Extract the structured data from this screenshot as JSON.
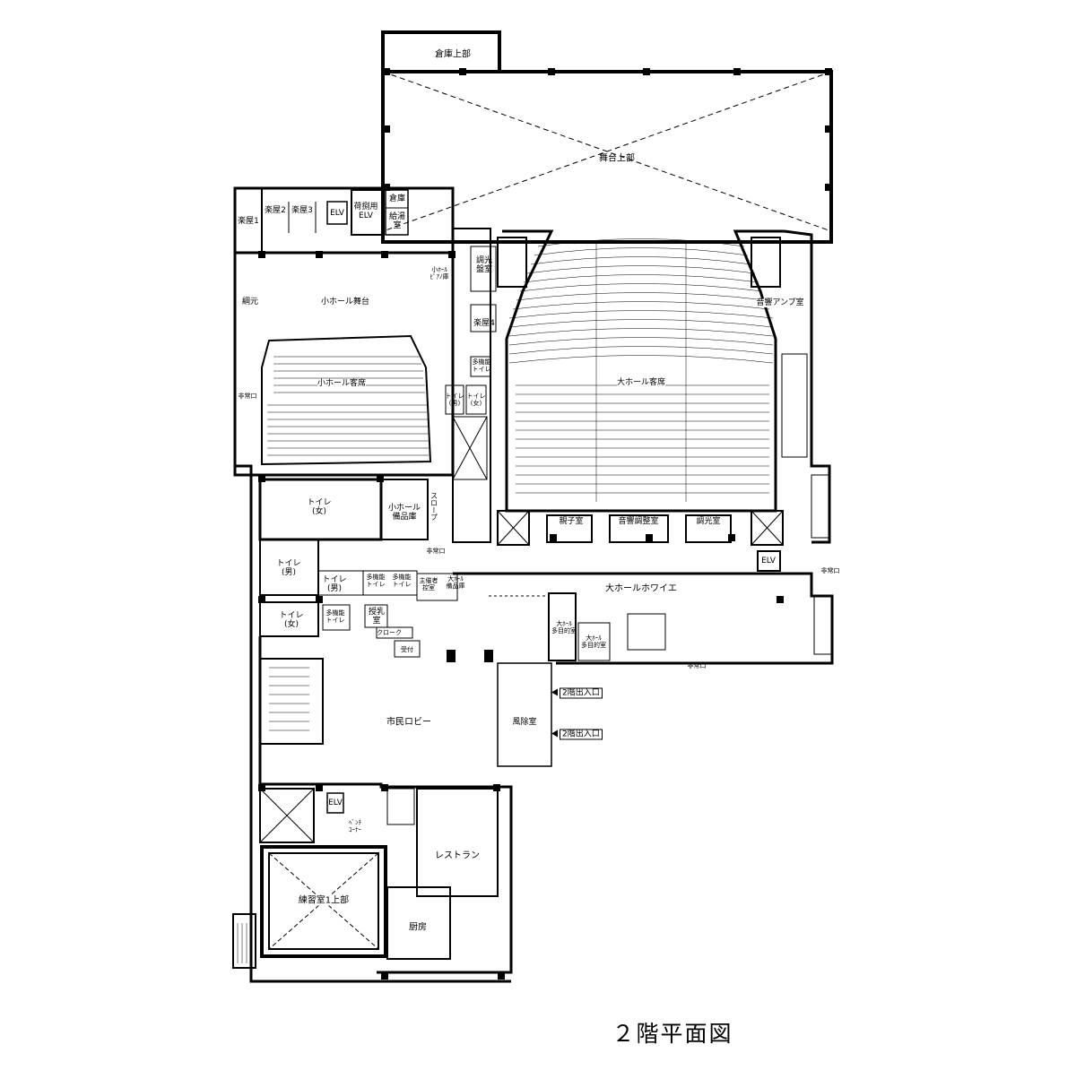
{
  "figure_title": "２階平面図",
  "rooms": {
    "warehouse_upper": "倉庫上部",
    "stage_upper": "舞台上部",
    "dressing1": "楽屋1",
    "dressing2": "楽屋2",
    "dressing3": "楽屋3",
    "elv_top": "ELV",
    "freight_elv": "荷捌用\nELV",
    "storage_small": "倉庫",
    "kitchenette": "給湯\n室",
    "lighting_control": "調光\n盤室",
    "rope_master": "綱元",
    "small_hall_stage": "小ホール舞台",
    "small_hall_piano": "小ﾎｰﾙ\nﾋﾟｱﾉ庫",
    "dressing4": "楽屋4",
    "small_hall_seats": "小ホール客席",
    "emergency_exit_small": "非常口",
    "multi_toilet_1": "多機能\nトイレ",
    "toilet_m_1": "トイレ\n(男)",
    "toilet_f_1": "トイレ\n(女)",
    "large_hall_seats": "大ホール客席",
    "sound_amp": "音響アンプ室",
    "slope": "スロープ",
    "toilet_f_2": "トイレ\n(女)",
    "small_hall_storage": "小ホール\n備品庫",
    "emergency_exit_mid": "非常口",
    "parent_child": "親子室",
    "sound_adjust": "音響調整室",
    "lighting_room": "調光室",
    "elv_right": "ELV",
    "emergency_exit_right": "非常口",
    "toilet_m_2": "トイレ\n(男)",
    "toilet_m_3": "トイレ\n(男)",
    "multi_toilet_2": "多機能\nトイレ",
    "multi_toilet_3": "多機能\nトイレ",
    "organizer_room": "主催者\n控室",
    "large_hall_storage": "大ﾎｰﾙ\n備品庫",
    "large_hall_foyer": "大ホールホワイエ",
    "toilet_f_3": "トイレ\n(女)",
    "multi_toilet_4": "多機能\nトイレ",
    "nursing_room": "授乳\n室",
    "cloak": "クローク",
    "reception": "受付",
    "large_hall_multi_1": "大ﾎｰﾙ\n多目的室",
    "large_hall_multi_2": "大ﾎｰﾙ\n多目的室",
    "emergency_exit_bottom": "非常口",
    "citizen_lobby": "市民ロビー",
    "windbreak": "風除室",
    "entrance_1": "2階出入口",
    "entrance_2": "2階出入口",
    "elv_bottom": "ELV",
    "bench_corner": "ﾍﾞﾝﾁ\nｺｰﾅｰ",
    "restaurant": "レストラン",
    "practice_room_upper": "練習室1上部",
    "kitchen": "厨房"
  }
}
